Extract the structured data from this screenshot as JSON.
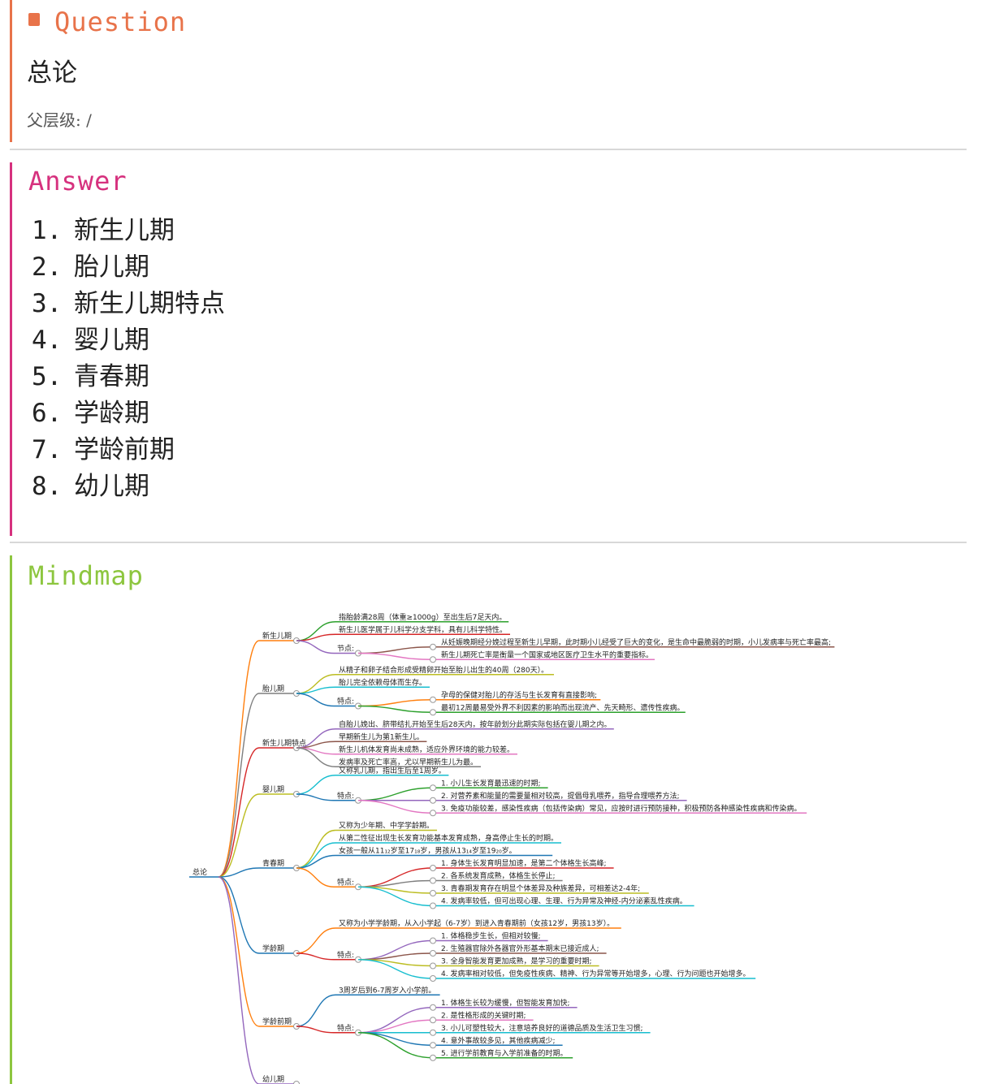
{
  "question": {
    "title": "Question",
    "text": "总论",
    "parent_label": "父层级: /"
  },
  "answer": {
    "title": "Answer",
    "items": [
      {
        "num": "1.",
        "label": "新生儿期"
      },
      {
        "num": "2.",
        "label": "胎儿期"
      },
      {
        "num": "3.",
        "label": "新生儿期特点"
      },
      {
        "num": "4.",
        "label": "婴儿期"
      },
      {
        "num": "5.",
        "label": "青春期"
      },
      {
        "num": "6.",
        "label": "学龄期"
      },
      {
        "num": "7.",
        "label": "学龄前期"
      },
      {
        "num": "8.",
        "label": "幼儿期"
      }
    ]
  },
  "mindmap": {
    "title": "Mindmap",
    "root": "总论",
    "branches": [
      {
        "label": "新生儿期",
        "color": "#ff7f0e",
        "children": [
          {
            "label": "指胎龄满28周（体重≥1000g）至出生后7足天内。",
            "color": "#2ca02c"
          },
          {
            "label": "新生儿医学属于儿科学分支学科，具有儿科学特性。",
            "color": "#d62728"
          },
          {
            "label": "节点:",
            "color": "#9467bd",
            "children": [
              {
                "label": "从妊娠晚期经分娩过程至新生儿早期，此时期小儿经受了巨大的变化，是生命中最脆弱的时期，小儿发病率与死亡率最高;",
                "color": "#8c564b"
              },
              {
                "label": "新生儿期死亡率是衡量一个国家或地区医疗卫生水平的重要指标。",
                "color": "#e377c2"
              }
            ]
          }
        ]
      },
      {
        "label": "胎儿期",
        "color": "#7f7f7f",
        "children": [
          {
            "label": "从精子和卵子结合形成受精卵开始至胎儿出生的40周（280天）。",
            "color": "#bcbd22"
          },
          {
            "label": "胎儿完全依赖母体而生存。",
            "color": "#17becf"
          },
          {
            "label": "特点:",
            "color": "#1f77b4",
            "children": [
              {
                "label": "孕母的保健对胎儿的存活与生长发育有直接影响;",
                "color": "#ff7f0e"
              },
              {
                "label": "最初12周最易受外界不利因素的影响而出现流产、先天畸形、遗传性疾病。",
                "color": "#2ca02c"
              }
            ]
          }
        ]
      },
      {
        "label": "新生儿期特点",
        "color": "#d62728",
        "children": [
          {
            "label": "自胎儿娩出、脐带结扎开始至生后28天内，按年龄划分此期实际包括在婴儿期之内。",
            "color": "#9467bd"
          },
          {
            "label": "早期新生儿为第1新生儿。",
            "color": "#8c564b"
          },
          {
            "label": "新生儿机体发育尚未成熟，适应外界环境的能力较差。",
            "color": "#e377c2"
          },
          {
            "label": "发病率及死亡率高，尤以早期新生儿为最。",
            "color": "#7f7f7f"
          }
        ]
      },
      {
        "label": "婴儿期",
        "color": "#bcbd22",
        "children": [
          {
            "label": "又称乳儿期，指出生后至1周岁。",
            "color": "#17becf"
          },
          {
            "label": "特点:",
            "color": "#1f77b4",
            "children": [
              {
                "label": "1. 小儿生长发育最迅速的时期;",
                "color": "#2ca02c"
              },
              {
                "label": "2. 对营养素和能量的需要量相对较高，提倡母乳喂养，指导合理喂养方法;",
                "color": "#9467bd"
              },
              {
                "label": "3. 免疫功能较差，感染性疾病（包括传染病）常见，应按时进行预防接种，积极预防各种感染性疾病和传染病。",
                "color": "#e377c2"
              }
            ]
          }
        ]
      },
      {
        "label": "青春期",
        "color": "#1f77b4",
        "children": [
          {
            "label": "又称为少年期、中学学龄期。",
            "color": "#bcbd22"
          },
          {
            "label": "从第二性征出现生长发育功能基本发育成熟，身高停止生长的时期。",
            "color": "#17becf"
          },
          {
            "label": "女孩一般从11₁₂岁至17₁₈岁，男孩从13₁₄岁至19₂₀岁。",
            "color": "#1f77b4"
          },
          {
            "label": "特点:",
            "color": "#ff7f0e",
            "children": [
              {
                "label": "1. 身体生长发育明显加速，是第二个体格生长高峰;",
                "color": "#d62728"
              },
              {
                "label": "2. 各系统发育成熟，体格生长停止;",
                "color": "#7f7f7f"
              },
              {
                "label": "3. 青春期发育存在明显个体差异及种族差异，可相差达2-4年;",
                "color": "#bcbd22"
              },
              {
                "label": "4. 发病率较低，但可出现心理、生理、行为异常及神经-内分泌紊乱性疾病。",
                "color": "#17becf"
              }
            ]
          }
        ]
      },
      {
        "label": "学龄期",
        "color": "#1f77b4",
        "children": [
          {
            "label": "又称为小学学龄期，从入小学起（6-7岁）到进入青春期前（女孩12岁，男孩13岁）。",
            "color": "#ff7f0e"
          },
          {
            "label": "特点:",
            "color": "#d62728",
            "children": [
              {
                "label": "1. 体格稳步生长，但相对较慢;",
                "color": "#9467bd"
              },
              {
                "label": "2. 生殖器官除外各器官外形基本期末已接近成人;",
                "color": "#8c564b"
              },
              {
                "label": "3. 全身智能发育更加成熟，是学习的重要时期;",
                "color": "#bcbd22"
              },
              {
                "label": "4. 发病率相对较低，但免疫性疾病、精神、行为异常等开始增多，心理、行为问题也开始增多。",
                "color": "#17becf"
              }
            ]
          }
        ]
      },
      {
        "label": "学龄前期",
        "color": "#ff7f0e",
        "children": [
          {
            "label": "3周岁后到6-7周岁入小学前。",
            "color": "#1f77b4"
          },
          {
            "label": "特点:",
            "color": "#d62728",
            "children": [
              {
                "label": "1. 体格生长较为缓慢，但智能发育加快;",
                "color": "#9467bd"
              },
              {
                "label": "2. 是性格形成的关键时期;",
                "color": "#e377c2"
              },
              {
                "label": "3. 小儿可塑性较大，注意培养良好的道德品质及生活卫生习惯;",
                "color": "#17becf"
              },
              {
                "label": "4. 意外事故较多见，其他疾病减少;",
                "color": "#1f77b4"
              },
              {
                "label": "5. 进行学前教育与入学前准备的时期。",
                "color": "#2ca02c"
              }
            ]
          }
        ]
      },
      {
        "label": "幼儿期",
        "color": "#9467bd",
        "children": []
      }
    ]
  }
}
